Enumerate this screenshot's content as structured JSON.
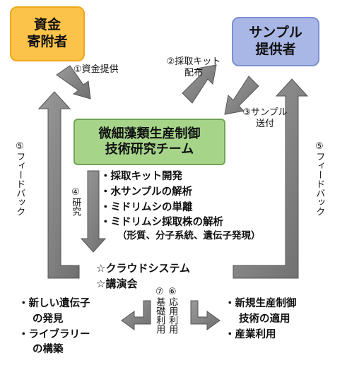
{
  "nodes": {
    "donor": [
      "資金",
      "寄附者"
    ],
    "provider": [
      "サンプル",
      "提供者"
    ],
    "team": [
      "微細藻類生産制御",
      "技術研究チーム"
    ]
  },
  "edges": {
    "fund": "①資金提供",
    "kit": [
      "②採取キット",
      "配布"
    ],
    "sample": [
      "③サンプル",
      "送付"
    ],
    "research": "④研究",
    "feedback_left": "⑤フィードバック",
    "feedback_right": "⑤フィードバック",
    "applied_use": "⑥応用利用",
    "basic_use": "⑦基礎利用"
  },
  "research_items": [
    "・採取キット開発",
    "・水サンプルの解析",
    "・ミドリムシの単離",
    "・ミドリムシ採取株の解析",
    "（形質、分子系統、遺伝子発現）"
  ],
  "outputs": [
    "☆クラウドシステム",
    "☆講演会"
  ],
  "basic_results": [
    "・新しい遺伝子",
    "の発見",
    "・ライブラリー",
    "の構築"
  ],
  "applied_results": [
    "・新規生産制御",
    "技術の適用",
    "・産業利用"
  ],
  "colors": {
    "donor_fill": "#fbc34a",
    "provider_fill": "#a9b7e6",
    "team_fill": "#a6d58a",
    "arrow_fill": "#808080"
  }
}
